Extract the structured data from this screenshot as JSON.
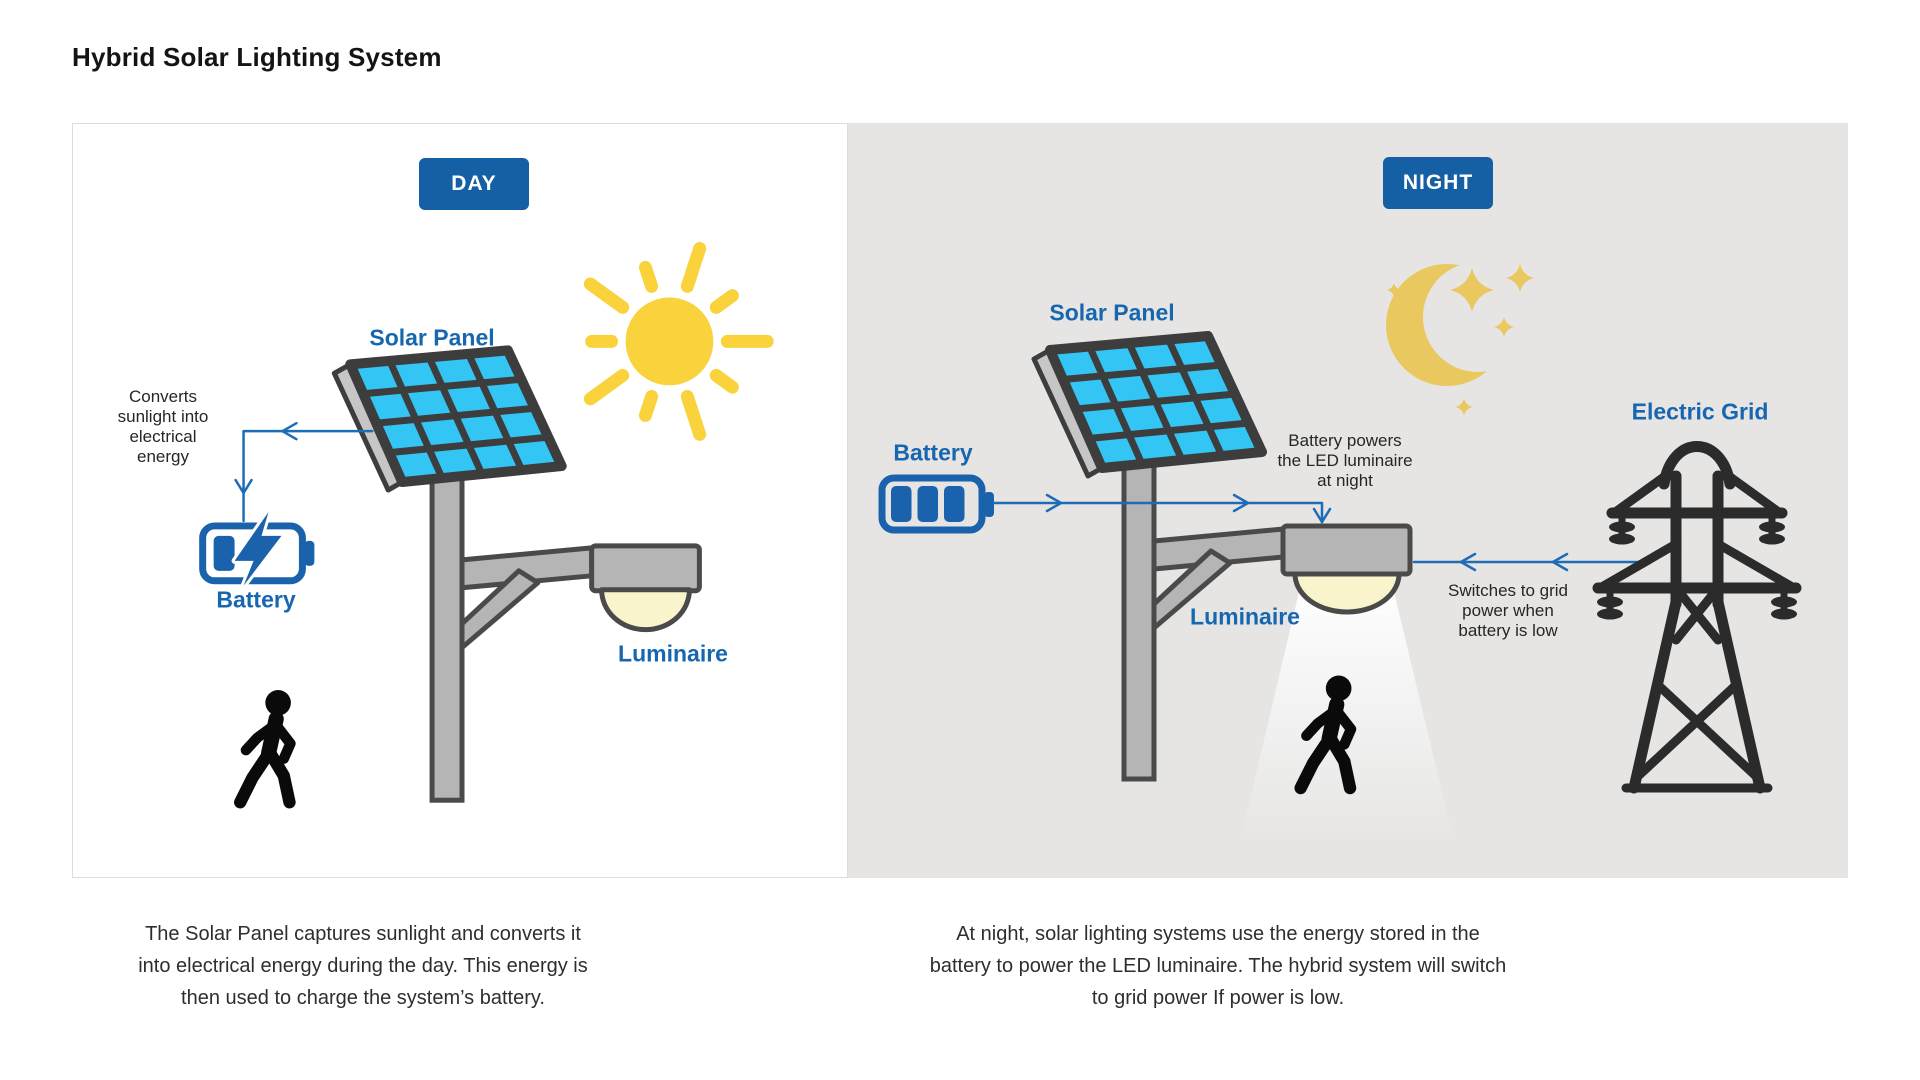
{
  "title": "Hybrid Solar Lighting System",
  "day": {
    "badge": "DAY",
    "solar_panel_label": "Solar Panel",
    "battery_label": "Battery",
    "luminaire_label": "Luminaire",
    "annotation": "Converts\nsunlight into\nelectrical\nenergy",
    "caption": "The Solar Panel captures sunlight and converts it\ninto electrical energy during the day. This energy is\nthen used to charge the system’s battery."
  },
  "night": {
    "badge": "NIGHT",
    "solar_panel_label": "Solar Panel",
    "battery_label": "Battery",
    "luminaire_label": "Luminaire",
    "electric_grid_label": "Electric Grid",
    "battery_annotation": "Battery powers\nthe LED luminaire\nat night",
    "grid_annotation": "Switches to grid\npower when\nbattery is low",
    "caption": "At night, solar lighting systems use the energy stored in the\nbattery to power the LED luminaire. The hybrid system will switch\nto grid power If power is low."
  },
  "colors": {
    "accent_blue": "#1766b0",
    "badge_blue": "#1560a5",
    "arrow_blue": "#1e6cb5",
    "battery_blue": "#1a63ac",
    "solar_cell_cyan": "#33c5f3",
    "panel_frame_dark": "#3d3d3d",
    "metal_gray": "#b5b5b5",
    "sun_yellow": "#f9d23c",
    "moon_gold": "#eac860",
    "night_background": "#e6e5e4",
    "luminaire_dome_cream": "#faf4cc",
    "person_black": "#0a0a0a"
  },
  "icons": [
    "sun-icon",
    "crescent-moon-icon",
    "sparkle-icon",
    "solar-panel-icon",
    "street-light-pole",
    "luminaire-icon",
    "charging-battery-icon",
    "lightning-bolt-icon",
    "full-battery-icon",
    "walking-person-icon",
    "transmission-tower-icon",
    "flow-arrow"
  ]
}
